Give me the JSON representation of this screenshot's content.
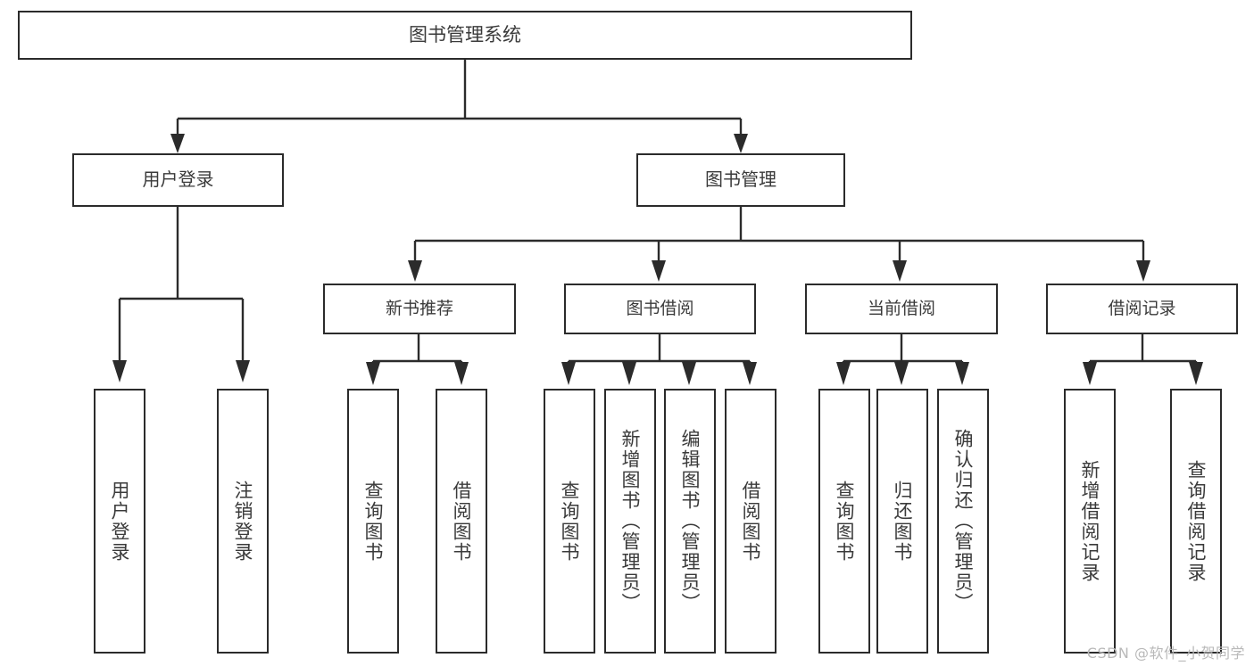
{
  "diagram": {
    "title": "图书管理系统",
    "type": "tree-hierarchy-diagram",
    "background_color": "#ffffff",
    "line_color": "#2b2b2b",
    "text_color": "#3a3a3a"
  },
  "root": {
    "label": "图书管理系统"
  },
  "level1": [
    {
      "label": "用户登录"
    },
    {
      "label": "图书管理"
    }
  ],
  "level2": [
    {
      "label": "新书推荐"
    },
    {
      "label": "图书借阅"
    },
    {
      "label": "当前借阅"
    },
    {
      "label": "借阅记录"
    }
  ],
  "leaves": {
    "user_login": [
      {
        "label": "用户登录"
      },
      {
        "label": "注销登录"
      }
    ],
    "new_book_recommend": [
      {
        "label": "查询图书"
      },
      {
        "label": "借阅图书"
      }
    ],
    "book_borrow": [
      {
        "label": "查询图书"
      },
      {
        "label": "新增图书（管理员）"
      },
      {
        "label": "编辑图书（管理员）"
      },
      {
        "label": "借阅图书"
      }
    ],
    "current_borrow": [
      {
        "label": "查询图书"
      },
      {
        "label": "归还图书"
      },
      {
        "label": "确认归还（管理员）"
      }
    ],
    "borrow_record": [
      {
        "label": "新增借阅记录"
      },
      {
        "label": "查询借阅记录"
      }
    ]
  },
  "watermark": {
    "text": "CSDN @软件_小贺同学"
  }
}
